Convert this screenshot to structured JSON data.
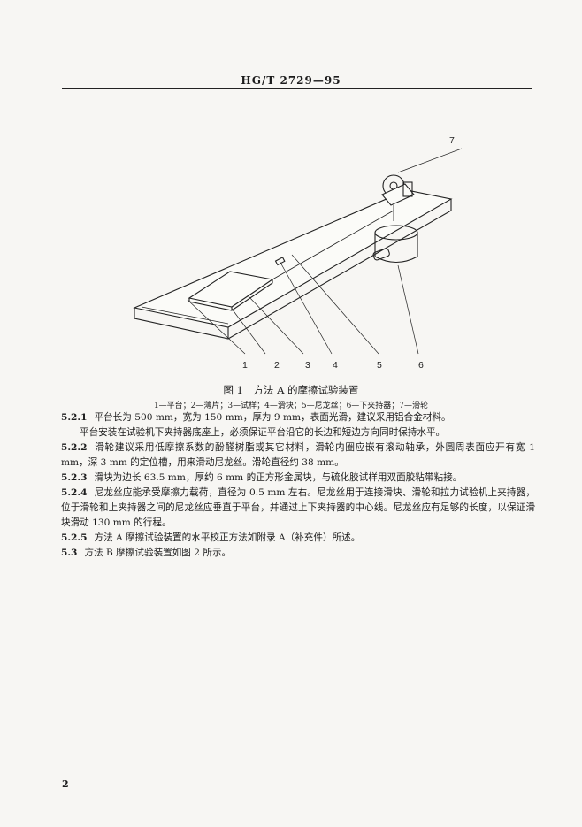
{
  "header": {
    "code": "HG/T 2729—95"
  },
  "figure": {
    "callouts": [
      "1",
      "2",
      "3",
      "4",
      "5",
      "6",
      "7"
    ],
    "title": "图 1　方法 A 的摩擦试验装置",
    "legend": "1—平台；2—薄片；3—试样；4—滑块；5—尼龙丝；6—下夹持器；7—滑轮"
  },
  "sections": [
    {
      "num": "5.2.1",
      "text": "平台长为 500 mm，宽为 150 mm，厚为 9 mm，表面光滑，建议采用铝合金材料。"
    },
    {
      "num": "",
      "text": "平台安装在试验机下夹持器底座上，必须保证平台沿它的长边和短边方向同时保持水平。"
    },
    {
      "num": "5.2.2",
      "text": "滑轮建议采用低摩擦系数的酚醛树脂或其它材料，滑轮内圈应嵌有滚动轴承，外圆周表面应开有宽 1 mm，深 3 mm 的定位槽，用来滑动尼龙丝。滑轮直径约 38 mm。"
    },
    {
      "num": "5.2.3",
      "text": "滑块为边长 63.5 mm，厚约 6 mm 的正方形金属块，与硫化胶试样用双面胶粘带粘接。"
    },
    {
      "num": "5.2.4",
      "text": "尼龙丝应能承受摩擦力载荷，直径为 0.5 mm 左右。尼龙丝用于连接滑块、滑轮和拉力试验机上夹持器，位于滑轮和上夹持器之间的尼龙丝应垂直于平台，并通过上下夹持器的中心线。尼龙丝应有足够的长度，以保证滑块滑动 130 mm 的行程。"
    },
    {
      "num": "5.2.5",
      "text": "方法 A 摩擦试验装置的水平校正方法如附录 A（补充件）所述。"
    },
    {
      "num": "5.3",
      "text": "方法 B 摩擦试验装置如图 2 所示。"
    }
  ],
  "page_number": "2"
}
